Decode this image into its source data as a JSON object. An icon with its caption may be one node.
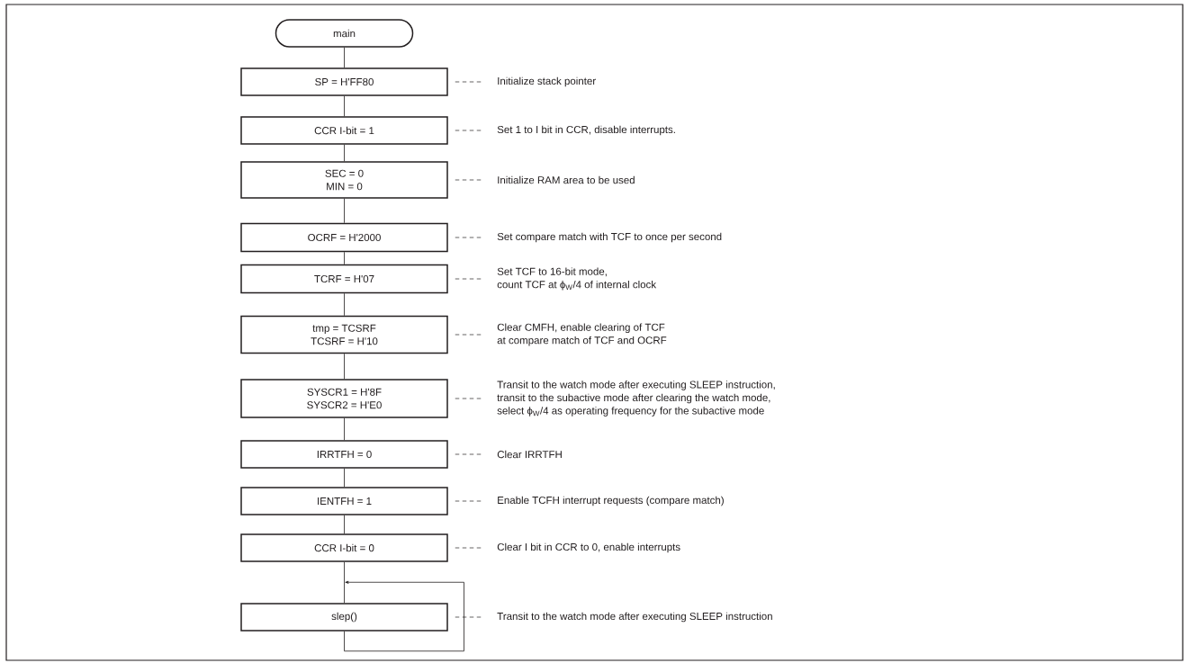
{
  "diagram": {
    "nodes": [
      {
        "text": [
          "main"
        ]
      },
      {
        "text": [
          "SP = H'FF80"
        ]
      },
      {
        "text": [
          "Initialize stack pointer"
        ]
      },
      {
        "text": [
          "CCR I-bit = 1"
        ]
      },
      {
        "text": [
          "Set 1 to I bit in CCR, disable interrupts."
        ]
      },
      {
        "text": [
          "SEC = 0",
          "MIN = 0"
        ]
      },
      {
        "text": [
          "Initialize RAM area to be used"
        ]
      },
      {
        "text": [
          "OCRF = H'2000"
        ]
      },
      {
        "text": [
          "Set compare match with TCF to once per second"
        ]
      },
      {
        "text": [
          "TCRF = H'07"
        ]
      },
      {
        "text": [
          "Set TCF to 16-bit mode,",
          "count TCF at ϕ$_{W}$/4 of internal clock"
        ]
      },
      {
        "text": [
          "tmp = TCSRF",
          "TCSRF = H'10"
        ]
      },
      {
        "text": [
          "Clear CMFH, enable clearing of TCF",
          "at compare match of TCF and OCRF"
        ]
      },
      {
        "text": [
          "SYSCR1 = H'8F",
          "SYSCR2 = H'E0"
        ]
      },
      {
        "text": [
          "Transit to the watch mode after executing SLEEP instruction,",
          "transit to the subactive mode after clearing the watch mode,",
          "select ϕ$_{W}$/4 as operating frequency for the subactive mode"
        ]
      },
      {
        "text": [
          "IRRTFH = 0"
        ]
      },
      {
        "text": [
          "Clear IRRTFH"
        ]
      },
      {
        "text": [
          "IENTFH = 1"
        ]
      },
      {
        "text": [
          "Enable TCFH interrupt requests (compare match)"
        ]
      },
      {
        "text": [
          "CCR I-bit = 0"
        ]
      },
      {
        "text": [
          "Clear I bit in CCR to 0, enable interrupts"
        ]
      },
      {
        "text": [
          "slep()"
        ]
      },
      {
        "text": [
          "Transit to the watch mode after executing SLEEP instruction"
        ]
      }
    ],
    "edges": [
      {
        "from": 0,
        "to": 1,
        "arrow": "none"
      },
      {
        "from": 1,
        "to": 3,
        "arrow": "none"
      },
      {
        "from": 3,
        "to": 5,
        "arrow": "none"
      },
      {
        "from": 5,
        "to": 7,
        "arrow": "none"
      },
      {
        "from": 7,
        "to": 9,
        "arrow": "none"
      },
      {
        "from": 9,
        "to": 11,
        "arrow": "none"
      },
      {
        "from": 11,
        "to": 13,
        "arrow": "none"
      },
      {
        "from": 13,
        "to": 15,
        "arrow": "none"
      },
      {
        "from": 15,
        "to": 17,
        "arrow": "none"
      },
      {
        "from": 17,
        "to": 19,
        "arrow": "none"
      },
      {
        "from": 19,
        "to": 21,
        "arrow": "none"
      },
      {
        "from": 21,
        "to": 21,
        "arrow": "to"
      },
      {
        "from": 1,
        "to": 2,
        "arrow": "none",
        "style": "dashed"
      },
      {
        "from": 3,
        "to": 4,
        "arrow": "none",
        "style": "dashed"
      },
      {
        "from": 5,
        "to": 6,
        "arrow": "none",
        "style": "dashed"
      },
      {
        "from": 7,
        "to": 8,
        "arrow": "none",
        "style": "dashed"
      },
      {
        "from": 9,
        "to": 10,
        "arrow": "none",
        "style": "dashed"
      },
      {
        "from": 11,
        "to": 12,
        "arrow": "none",
        "style": "dashed"
      },
      {
        "from": 13,
        "to": 14,
        "arrow": "none",
        "style": "dashed"
      },
      {
        "from": 15,
        "to": 16,
        "arrow": "none",
        "style": "dashed"
      },
      {
        "from": 17,
        "to": 18,
        "arrow": "none",
        "style": "dashed"
      },
      {
        "from": 19,
        "to": 20,
        "arrow": "none",
        "style": "dashed"
      },
      {
        "from": 21,
        "to": 22,
        "arrow": "none",
        "style": "dashed"
      }
    ]
  }
}
